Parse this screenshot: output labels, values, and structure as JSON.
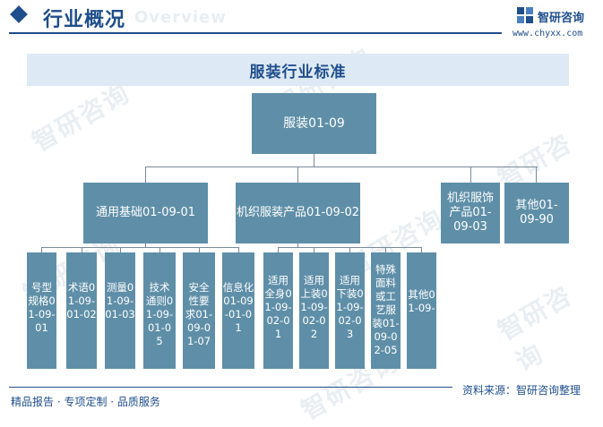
{
  "header": {
    "title": "行业概况",
    "ghost": "Overview"
  },
  "logo": {
    "name": "智研咨询",
    "url": "www.chyxx.com"
  },
  "watermark": "智研咨询",
  "chart_title": "服装行业标准",
  "tree": {
    "root": "服装01-09",
    "level1": [
      "通用基础01-09-01",
      "机织服装产品01-09-02",
      "机织服饰产品01-09-03",
      "其他01-09-90"
    ],
    "leaves_a": [
      "号型规格01-09-01",
      "术语01-09-01-02",
      "测量01-09-01-03",
      "技术通则01-09-01-05",
      "安全性要求01-09-01-07",
      "信息化01-09-01-01"
    ],
    "leaves_b": [
      "适用全身01-09-02-01",
      "适用上装01-09-02-02",
      "适用下装01-09-02-03",
      "特殊面料或工艺服装01-09-02-05",
      "其他01-09-"
    ]
  },
  "footer": {
    "left": "精品报告 · 专项定制 · 品质服务",
    "source": "资料来源：智研咨询整理"
  },
  "colors": {
    "node": "#5f8fa8",
    "brand": "#1f4e8c",
    "title_bg": "#dde9f5",
    "connector": "#7a8a96"
  }
}
